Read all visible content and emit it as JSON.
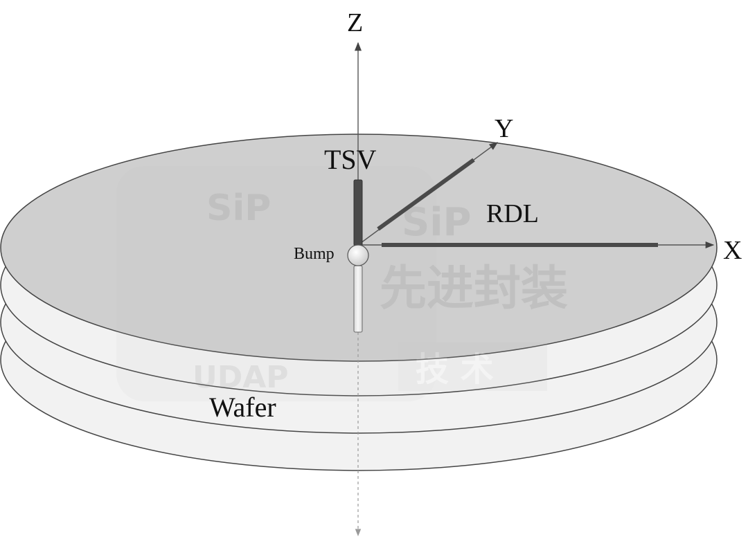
{
  "labels": {
    "z_axis": "Z",
    "y_axis": "Y",
    "x_axis": "X",
    "tsv": "TSV",
    "rdl": "RDL",
    "bump": "Bump",
    "wafer": "Wafer"
  },
  "watermark": {
    "sip_logo": "SiP",
    "sip_text": "SiP",
    "chinese_title": "先进封装",
    "brand": "UDAP",
    "chinese_sub": "技 术"
  },
  "colors": {
    "top_wafer_fill": "#cfcfcf",
    "lower_wafer_fill": "#f2f2f2",
    "outline": "#444444",
    "conductor": "#4a4a4a",
    "axis_line": "#555555",
    "watermark": "#bdbdbd"
  },
  "wafer_layer_count": 4
}
